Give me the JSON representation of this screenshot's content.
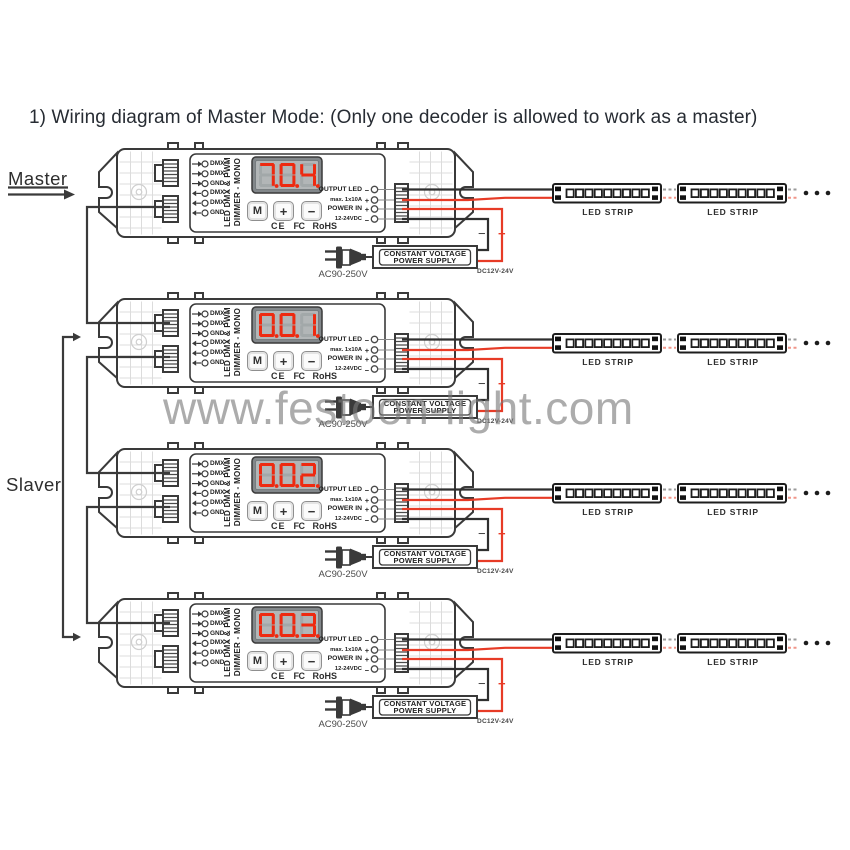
{
  "title": "1)  Wiring diagram of Master Mode: (Only one decoder is allowed to work as a master)",
  "watermark": "www.festoon-light.com",
  "labels": {
    "master": "Master",
    "slaver": "Slaver"
  },
  "units": [
    {
      "display": "704"
    },
    {
      "display": "001"
    },
    {
      "display": "002"
    },
    {
      "display": "003"
    }
  ],
  "unit_labels": {
    "dmx_rows": [
      {
        "label": "DMX +",
        "dir": "in"
      },
      {
        "label": "DMX -",
        "dir": "in"
      },
      {
        "label": "GND",
        "dir": "in"
      },
      {
        "label": "DMX +",
        "dir": "out"
      },
      {
        "label": "DMX -",
        "dir": "out"
      },
      {
        "label": "GND",
        "dir": "out"
      }
    ],
    "device_line1": "LED DMX & PWM",
    "device_line2": "DIMMER - MONO",
    "button_mode": "M",
    "button_plus": "+",
    "button_minus": "−",
    "cert_ce": "CE",
    "cert_fcc": "FC",
    "cert_rohs": "RoHS",
    "output_led": "OUTPUT LED",
    "output_led_sub": "max. 1x10A",
    "output_minus": "−",
    "output_plus": "+",
    "power_in": "POWER IN",
    "power_in_sub": "12-24VDC",
    "power_plus": "+",
    "power_minus": "−",
    "psu_minus": "−",
    "psu_plus": "+",
    "psu_line1": "CONSTANT VOLTAGE",
    "psu_line2": "POWER SUPPLY",
    "psu_input": "AC90-250V",
    "psu_output": "DC12V-24V",
    "led_strip": "LED STRIP"
  },
  "colors": {
    "wire_red": "#e73b26",
    "digit_red": "#ee2a10",
    "display_unlit": "#a2a8a9",
    "line": "#3a3a3a",
    "watermark": "#7a7a7a"
  }
}
